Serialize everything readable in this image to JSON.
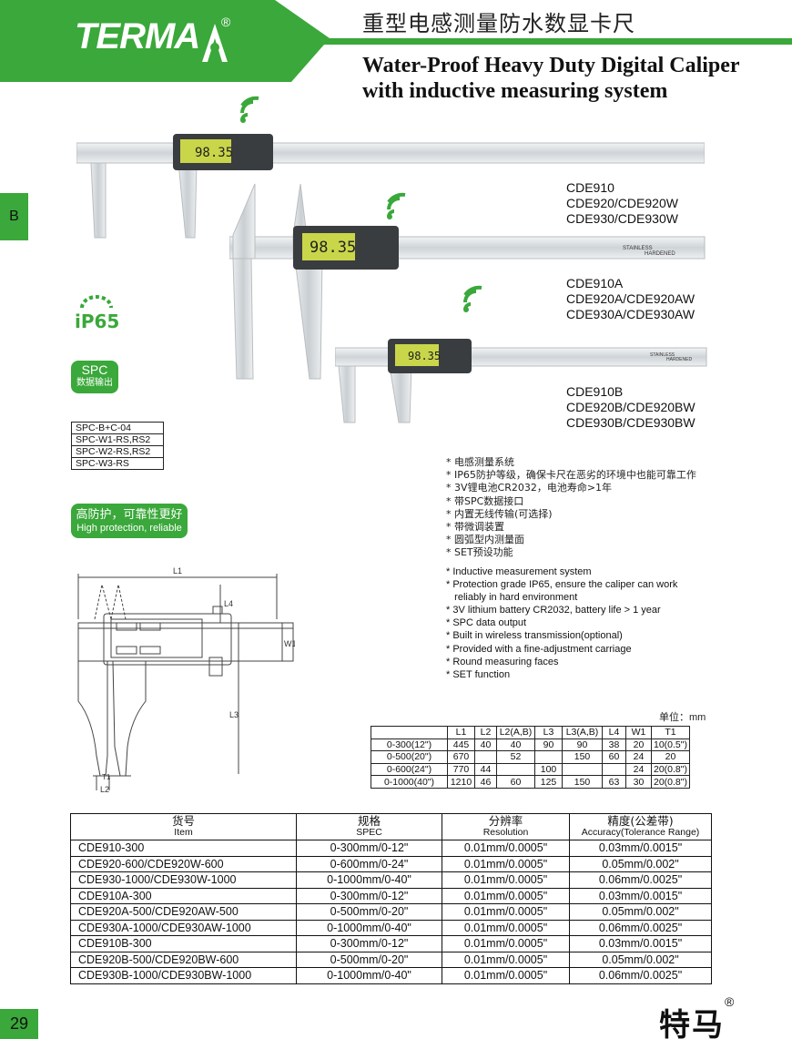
{
  "header": {
    "logo": "TERMA",
    "registered_mark": "®",
    "title_cn": "重型电感测量防水数显卡尺",
    "title_en_line1": "Water-Proof Heavy Duty Digital Caliper",
    "title_en_line2": "with inductive measuring system"
  },
  "colors": {
    "brand_green": "#3aa83a",
    "black": "#111111",
    "steel": "#d9dde0"
  },
  "side_tab": "B",
  "page_number": "29",
  "display_reading": "98.35",
  "models": [
    [
      "CDE910",
      "CDE920/CDE920W",
      "CDE930/CDE930W"
    ],
    [
      "CDE910A",
      "CDE920A/CDE920AW",
      "CDE930A/CDE930AW"
    ],
    [
      "CDE910B",
      "CDE920B/CDE920BW",
      "CDE930B/CDE930BW"
    ]
  ],
  "ip_rating": "iP65",
  "spc_badge": {
    "line1": "SPC",
    "line2": "数据输出"
  },
  "spc_cables": [
    "SPC-B+C-04",
    "SPC-W1-RS,RS2",
    "SPC-W2-RS,RS2",
    "SPC-W3-RS"
  ],
  "protection_badge": {
    "line1": "高防护，可靠性更好",
    "line2": "High protection, reliable"
  },
  "features_cn": [
    "* 电感测量系统",
    "* IP65防护等级，确保卡尺在恶劣的环境中也能可靠工作",
    "* 3V锂电池CR2032，电池寿命>1年",
    "* 带SPC数据接口",
    "* 内置无线传输(可选择)",
    "* 带微调装置",
    "* 圆弧型内测量面",
    "* SET预设功能"
  ],
  "features_en": [
    "* Inductive measurement system",
    "* Protection grade IP65, ensure the caliper can work",
    "   reliably in hard environment",
    "* 3V lithium battery CR2032, battery life > 1 year",
    "* SPC data output",
    "* Built in wireless transmission(optional)",
    "* Provided with a fine-adjustment carriage",
    "* Round measuring faces",
    "* SET function"
  ],
  "diagram_labels": {
    "L1": "L1",
    "L2": "L2",
    "L3": "L3",
    "L4": "L4",
    "W1": "W1",
    "T1": "T1"
  },
  "scale_marks": {
    "stainless": "STAINLESS",
    "hardened": "HARDENED"
  },
  "unit_label": "单位：mm",
  "dimension_table": {
    "headers": [
      "",
      "L1",
      "L2",
      "L2(A,B)",
      "L3",
      "L3(A,B)",
      "L4",
      "W1",
      "T1"
    ],
    "rows": [
      [
        "0-300(12\")",
        "445",
        "40",
        "40",
        "90",
        "90",
        "38",
        "20",
        "10(0.5\")"
      ],
      [
        "0-500(20\")",
        "670",
        "",
        "52",
        "",
        "150",
        "60",
        "24",
        "20"
      ],
      [
        "0-600(24\")",
        "770",
        "44",
        "",
        "100",
        "",
        "",
        "24",
        "20(0.8\")"
      ],
      [
        "0-1000(40\")",
        "1210",
        "46",
        "60",
        "125",
        "150",
        "63",
        "30",
        "20(0.8\")"
      ]
    ]
  },
  "spec_table": {
    "headers": [
      {
        "cn": "货号",
        "en": "Item"
      },
      {
        "cn": "规格",
        "en": "SPEC"
      },
      {
        "cn": "分辨率",
        "en": "Resolution"
      },
      {
        "cn": "精度(公差带)",
        "en": "Accuracy(Tolerance Range)"
      }
    ],
    "rows": [
      [
        "CDE910-300",
        "0-300mm/0-12\"",
        "0.01mm/0.0005\"",
        "0.03mm/0.0015\""
      ],
      [
        "CDE920-600/CDE920W-600",
        "0-600mm/0-24\"",
        "0.01mm/0.0005\"",
        "0.05mm/0.002\""
      ],
      [
        "CDE930-1000/CDE930W-1000",
        "0-1000mm/0-40\"",
        "0.01mm/0.0005\"",
        "0.06mm/0.0025\""
      ],
      [
        "CDE910A-300",
        "0-300mm/0-12\"",
        "0.01mm/0.0005\"",
        "0.03mm/0.0015\""
      ],
      [
        "CDE920A-500/CDE920AW-500",
        "0-500mm/0-20\"",
        "0.01mm/0.0005\"",
        "0.05mm/0.002\""
      ],
      [
        "CDE930A-1000/CDE930AW-1000",
        "0-1000mm/0-40\"",
        "0.01mm/0.0005\"",
        "0.06mm/0.0025\""
      ],
      [
        "CDE910B-300",
        "0-300mm/0-12\"",
        "0.01mm/0.0005\"",
        "0.03mm/0.0015\""
      ],
      [
        "CDE920B-500/CDE920BW-600",
        "0-500mm/0-20\"",
        "0.01mm/0.0005\"",
        "0.05mm/0.002\""
      ],
      [
        "CDE930B-1000/CDE930BW-1000",
        "0-1000mm/0-40\"",
        "0.01mm/0.0005\"",
        "0.06mm/0.0025\""
      ]
    ]
  },
  "brand_cn": "特马",
  "brand_reg": "®"
}
